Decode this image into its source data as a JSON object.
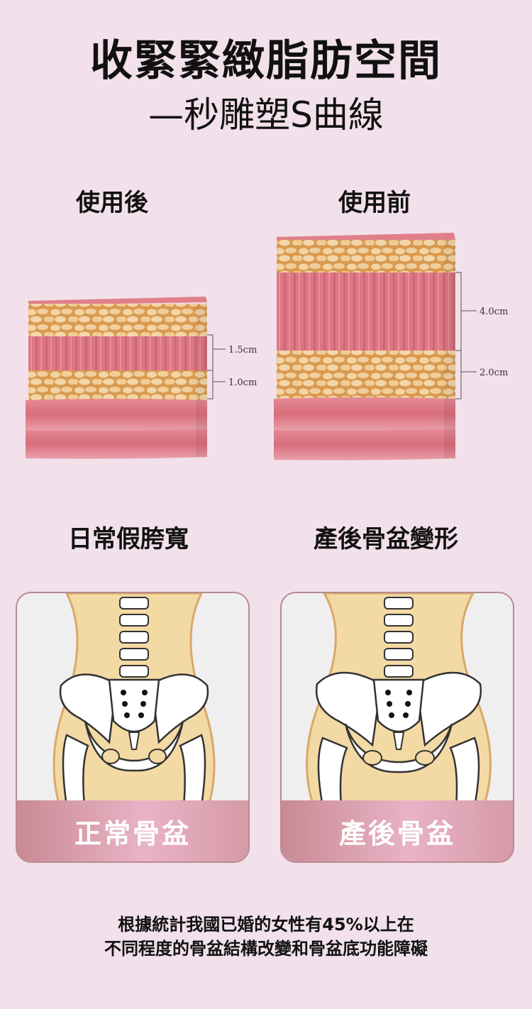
{
  "header": {
    "title": "收緊緊緻脂肪空間",
    "subtitle": "—秒雕塑S曲線"
  },
  "fat_compare": {
    "after_label": "使用後",
    "before_label": "使用前",
    "after_dims": [
      "1.5cm",
      "1.0cm"
    ],
    "before_dims": [
      "4.0cm",
      "2.0cm"
    ]
  },
  "pelvis_compare": {
    "left_heading": "日常假胯寬",
    "right_heading": "產後骨盆變形",
    "left_caption": "正常骨盆",
    "right_caption": "產後骨盆"
  },
  "footer": {
    "line1": "根據統計我國已婚的女性有45%以上在",
    "line2": "不同程度的骨盆結構改變和骨盆底功能障礙"
  },
  "colors": {
    "background": "#f2e0ea",
    "fat": "#e9b876",
    "muscle": "#e17f8b",
    "muscle_dark": "#c96473",
    "skin": "#f1d49b"
  }
}
